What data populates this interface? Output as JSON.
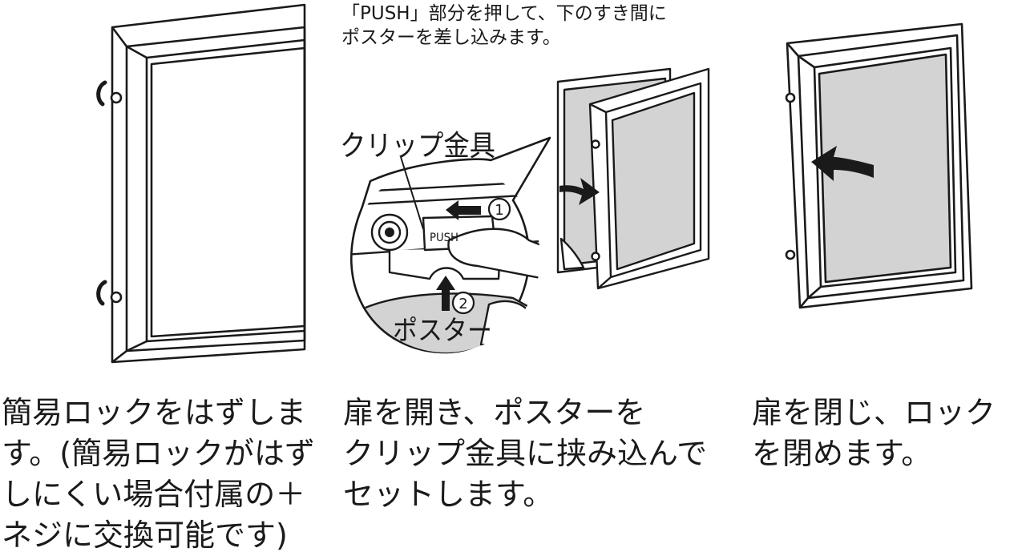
{
  "callout": {
    "note_line1": "「PUSH」部分を押して、下のすき間に",
    "note_line2": "ポスターを差し込みます。",
    "clip_label": "クリップ金具",
    "push_label": "PUSH",
    "poster_label": "ポスター",
    "step1": "1",
    "step2": "2"
  },
  "steps": [
    {
      "lines": [
        "簡易ロックをはずしま",
        "す。(簡易ロックがはず",
        "しにくい場合付属の＋",
        "ネジに交換可能です)"
      ]
    },
    {
      "lines": [
        "扉を開き、ポスターを",
        "クリップ金具に挟み込んで",
        "セットします。"
      ]
    },
    {
      "lines": [
        "扉を閉じ、ロック",
        "を閉めます。"
      ]
    }
  ],
  "colors": {
    "line": "#1a1a1a",
    "poster_gray": "#d3d3d3",
    "background": "#ffffff"
  }
}
